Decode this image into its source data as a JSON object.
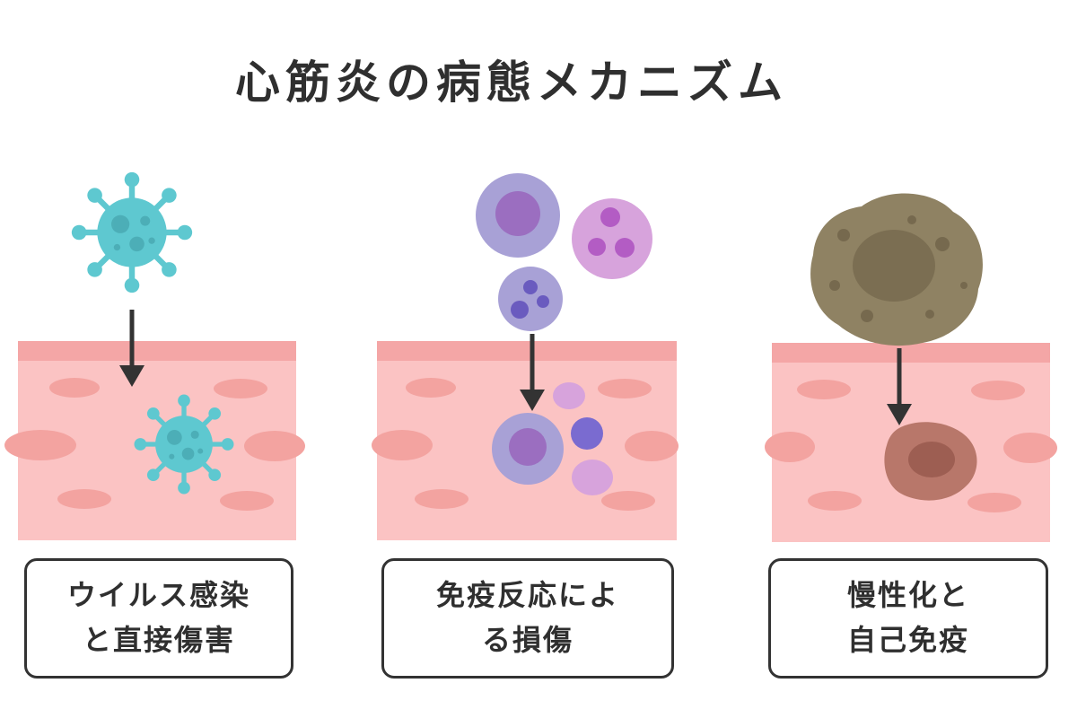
{
  "title": "心筋炎の病態メカニズム",
  "panels": [
    {
      "id": "viral",
      "label_line1": "ウイルス感染",
      "label_line2": "と直接傷害",
      "icon": "virus-icon"
    },
    {
      "id": "immune",
      "label_line1": "免疫反応によ",
      "label_line2": "る損傷",
      "icon": "immune-cell-icon"
    },
    {
      "id": "chronic",
      "label_line1": "慢性化と",
      "label_line2": "自己免疫",
      "icon": "damaged-cell-icon"
    }
  ],
  "colors": {
    "tissue": "#fbc3c3",
    "tissue_top": "#f4a6a6",
    "tissue_cell": "#f3a3a0",
    "virus": "#5ec8d0",
    "lymphocyte": "#a8a1d6",
    "neutrophil": "#d7a3dc",
    "chronic_cell": "#8f8263",
    "damaged_nucleus": "#b8776a",
    "arrow": "#333333",
    "text": "#2f2f2f"
  }
}
